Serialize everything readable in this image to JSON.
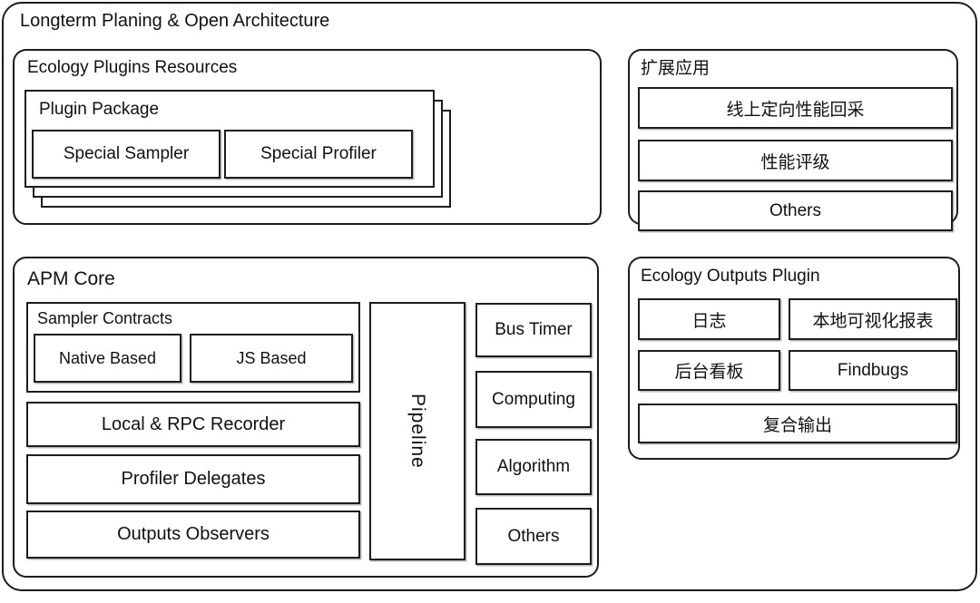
{
  "frame": {
    "title": "Longterm Planing & Open Architecture"
  },
  "ecology_plugins": {
    "title": "Ecology Plugins Resources",
    "plugin_package": {
      "title": "Plugin Package",
      "sampler": "Special Sampler",
      "profiler": "Special Profiler"
    }
  },
  "extended_apps": {
    "title": "扩展应用",
    "items": [
      "线上定向性能回采",
      "性能评级",
      "Others"
    ]
  },
  "apm_core": {
    "title": "APM Core",
    "sampler_contracts": {
      "title": "Sampler Contracts",
      "native": "Native Based",
      "js": "JS Based"
    },
    "recorder": "Local & RPC Recorder",
    "profiler_delegates": "Profiler Delegates",
    "outputs_observers": "Outputs Observers",
    "pipeline": "Pipeline",
    "modules": [
      "Bus Timer",
      "Computing",
      "Algorithm",
      "Others"
    ]
  },
  "ecology_outputs": {
    "title": "Ecology Outputs Plugin",
    "items": [
      "日志",
      "本地可视化报表",
      "后台看板",
      "Findbugs",
      "复合输出"
    ]
  },
  "colors": {
    "border": "#1d1d1d",
    "text": "#111111",
    "background": "#ffffff"
  }
}
